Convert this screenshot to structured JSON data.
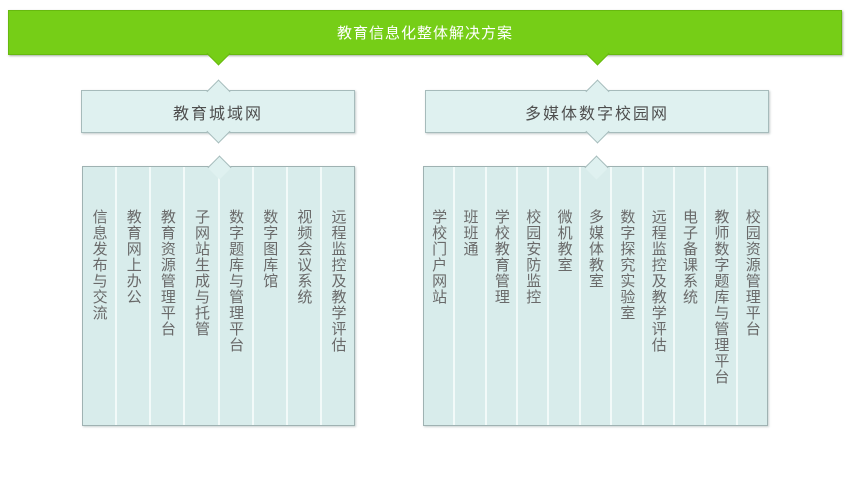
{
  "banner": {
    "label": "教育信息化整体解决方案",
    "fill": "#76ce17",
    "border": "#67b90f",
    "text_color": "#ffffff"
  },
  "groups": [
    {
      "header": "教育城域网",
      "items": [
        "信息发布与交流",
        "教育网上办公",
        "教育资源管理平台",
        "子网站生成与托管",
        "数字题库与管理平台",
        "数字图库馆",
        "视频会议系统",
        "远程监控及教学评估"
      ]
    },
    {
      "header": "多媒体数字校园网",
      "items": [
        "学校门户网站",
        "班班通",
        "学校教育管理",
        "校园安防监控",
        "微机教室",
        "多媒体教室",
        "数字探究实验室",
        "远程监控及教学评估",
        "电子备课系统",
        "教师数字题库与管理平台",
        "校园资源管理平台"
      ]
    }
  ],
  "colors": {
    "node_fill": "#dff1f0",
    "node_border": "#a6bbbb",
    "block_fill": "#d8eceb",
    "block_border": "#9fb2b2",
    "divider": "#f2faf9",
    "item_text": "#6a6a6a",
    "header_text": "#4e4e4e"
  }
}
